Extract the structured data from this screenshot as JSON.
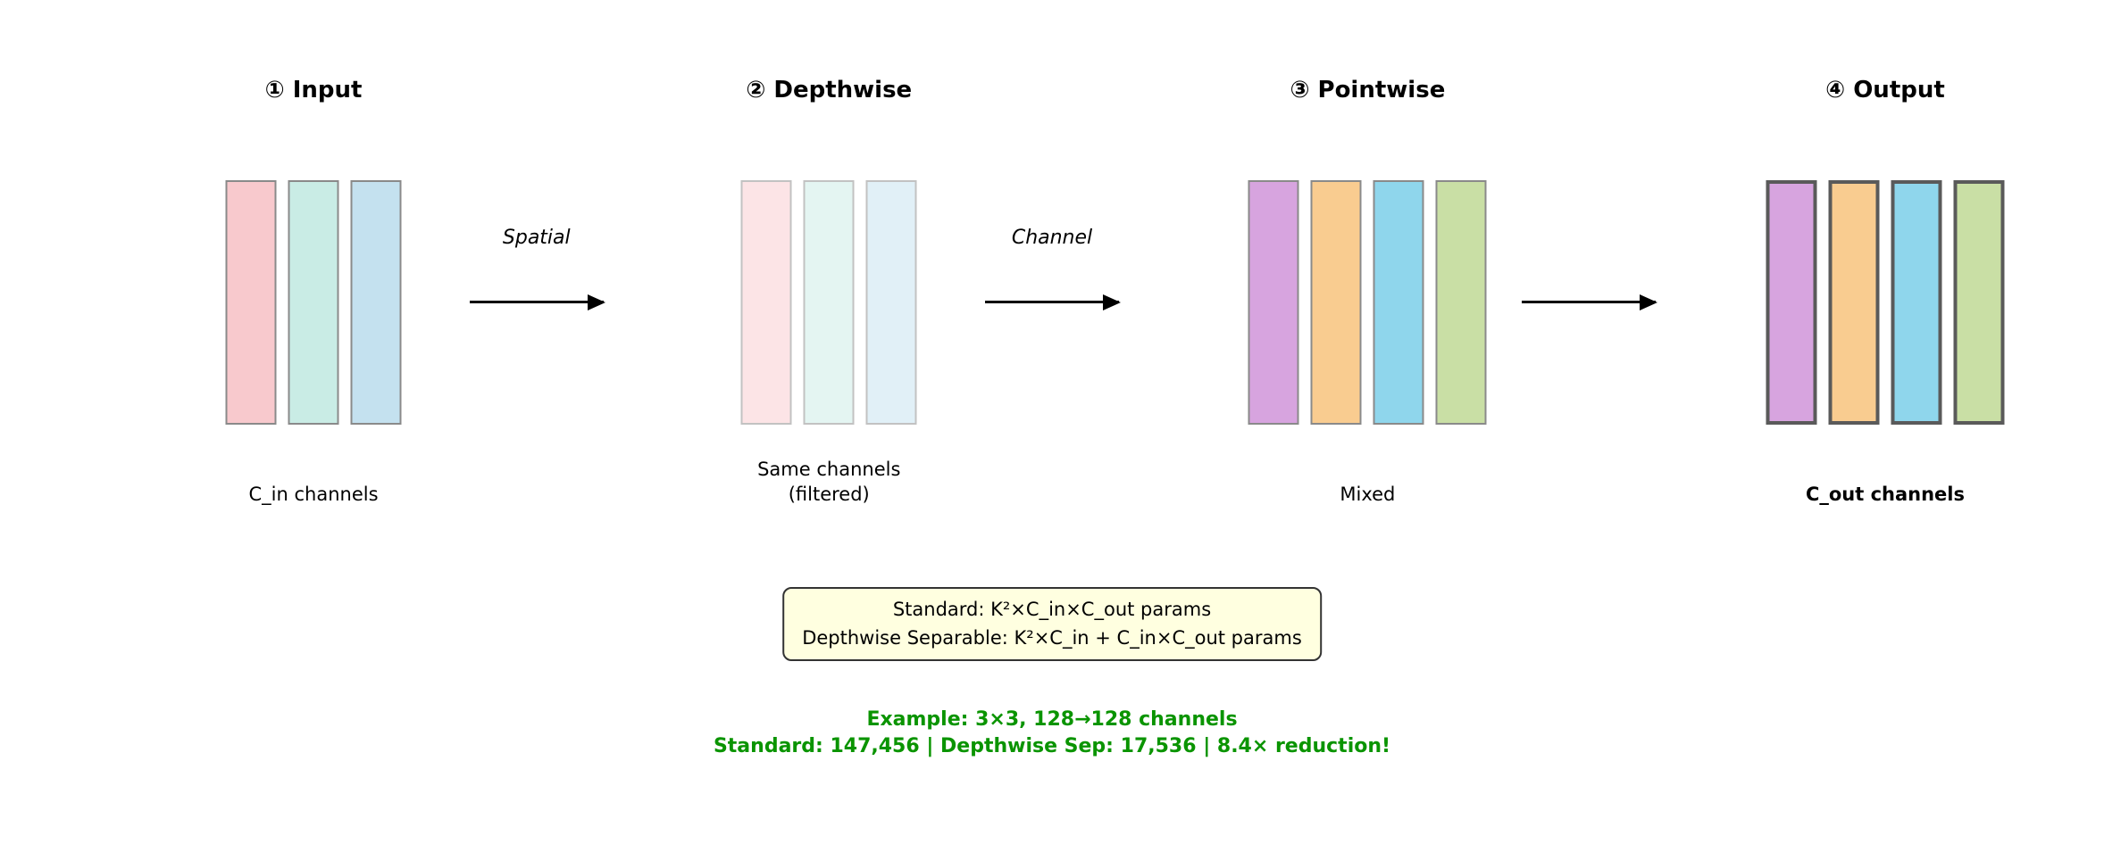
{
  "stages": [
    {
      "title": "① Input",
      "label": "C_in channels",
      "bars": [
        {
          "fill": "#f8c9cd",
          "border": "#8a8a8a",
          "border_px": 2
        },
        {
          "fill": "#c9ece5",
          "border": "#8a8a8a",
          "border_px": 2
        },
        {
          "fill": "#c4e1ef",
          "border": "#8a8a8a",
          "border_px": 2
        }
      ]
    },
    {
      "title": "② Depthwise",
      "label": "Same channels\n(filtered)",
      "bars": [
        {
          "fill": "#fce4e6",
          "border": "#c2c2c2",
          "border_px": 2
        },
        {
          "fill": "#e4f5f2",
          "border": "#c2c2c2",
          "border_px": 2
        },
        {
          "fill": "#e1f0f7",
          "border": "#c2c2c2",
          "border_px": 2
        }
      ]
    },
    {
      "title": "③ Pointwise",
      "label": "Mixed",
      "bars": [
        {
          "fill": "#d7a4df",
          "border": "#8a8a8a",
          "border_px": 2
        },
        {
          "fill": "#f9cc90",
          "border": "#8a8a8a",
          "border_px": 2
        },
        {
          "fill": "#8fd6ec",
          "border": "#8a8a8a",
          "border_px": 2
        },
        {
          "fill": "#c9dfa5",
          "border": "#8a8a8a",
          "border_px": 2
        }
      ]
    },
    {
      "title": "④ Output",
      "label": "C_out channels",
      "bars": [
        {
          "fill": "#d7a4df",
          "border": "#5a5a5a",
          "border_px": 4
        },
        {
          "fill": "#f9cc90",
          "border": "#5a5a5a",
          "border_px": 4
        },
        {
          "fill": "#8fd6ec",
          "border": "#5a5a5a",
          "border_px": 4
        },
        {
          "fill": "#c9dfa5",
          "border": "#5a5a5a",
          "border_px": 4
        }
      ]
    }
  ],
  "arrows": [
    {
      "label": "Spatial"
    },
    {
      "label": "Channel"
    },
    {
      "label": ""
    }
  ],
  "formula_box": {
    "bg": "#ffffe0",
    "border": "#333333",
    "line1": "Standard: K²×C_in×C_out params",
    "line2": "Depthwise Separable: K²×C_in + C_in×C_out params"
  },
  "example": {
    "color": "#0a9400",
    "line1": "Example: 3×3, 128→128 channels",
    "line2": "Standard: 147,456 | Depthwise Sep: 17,536 | 8.4× reduction!"
  }
}
